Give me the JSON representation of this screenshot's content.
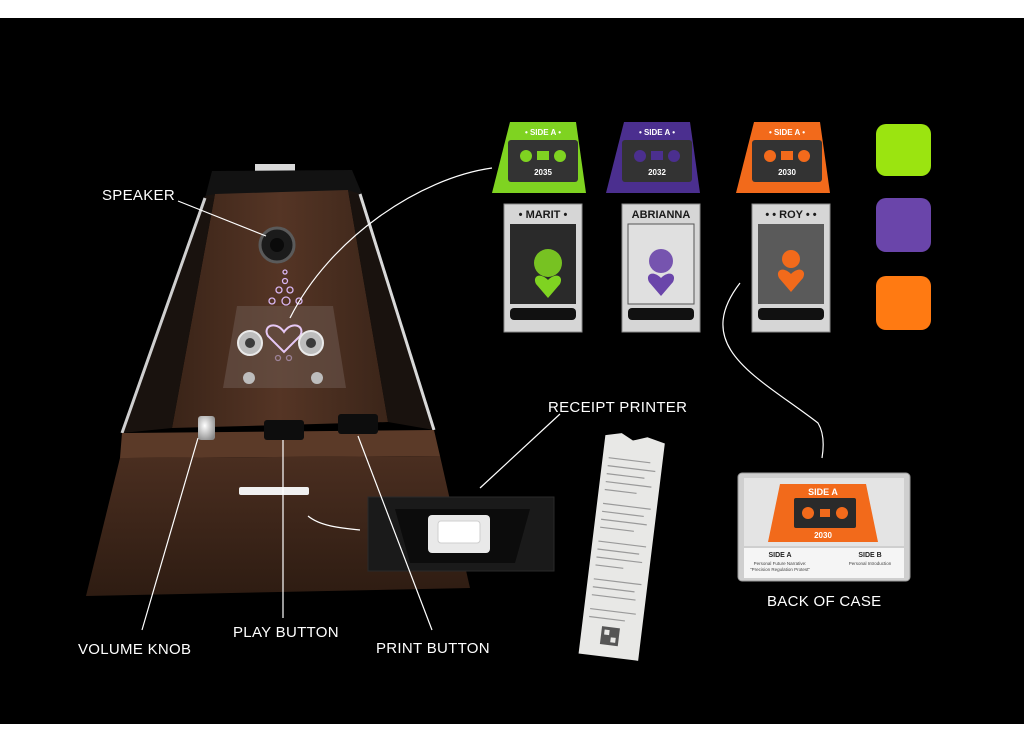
{
  "labels": {
    "speaker": "SPEAKER",
    "volume_knob": "VOLUME KNOB",
    "play_button": "PLAY BUTTON",
    "print_button": "PRINT BUTTON",
    "receipt_printer": "RECEIPT PRINTER",
    "back_of_case": "BACK OF CASE"
  },
  "cassettes": [
    {
      "side": "• SIDE A •",
      "year": "2035",
      "name": "• MARIT •",
      "color": "#7FD321"
    },
    {
      "side": "• SIDE A •",
      "year": "2032",
      "name": "ABRIANNA",
      "color": "#4B2F8F"
    },
    {
      "side": "• SIDE A •",
      "year": "2030",
      "name": "• • ROY • •",
      "color": "#F26A1B"
    }
  ],
  "swatches": [
    "#9BE410",
    "#6A45AA",
    "#FF7A12"
  ],
  "back_case": {
    "side": "SIDE A",
    "year": "2030",
    "side_a": "SIDE A",
    "side_b": "SIDE B",
    "track_a": "Personal Future Narrative:",
    "track_a2": "\"Precision Regulation Protest\"",
    "track_b": "Personal Introduction"
  }
}
